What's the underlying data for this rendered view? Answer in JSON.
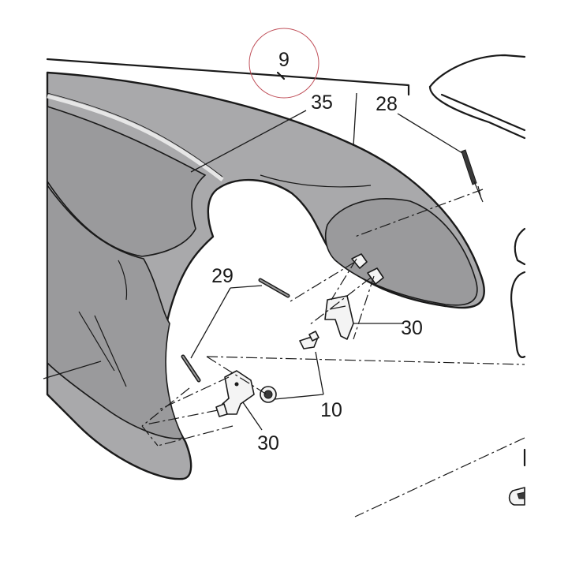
{
  "callouts": {
    "group": "9",
    "cover": "35",
    "decal": "28",
    "pin": "29",
    "clip_right": "30",
    "clip_left": "30",
    "fastener": "10"
  },
  "colors": {
    "cover_fill": "#a9a9ab",
    "line": "#1a1a1a",
    "highlight_circle": "#c0505a"
  }
}
